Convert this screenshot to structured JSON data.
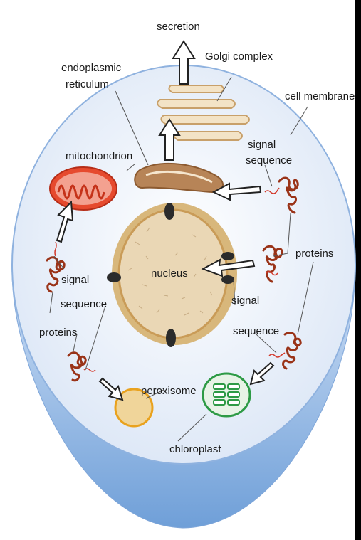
{
  "labels": {
    "secretion": "secretion",
    "golgi": "Golgi complex",
    "er_line1": "endoplasmic",
    "er_line2": "reticulum",
    "cell_membrane": "cell membrane",
    "mitochondrion": "mitochondrion",
    "signal_seq_top_1": "signal",
    "signal_seq_top_2": "sequence",
    "proteins_right": "proteins",
    "nucleus": "nucleus",
    "signal_left": "signal",
    "sequence_left": "sequence",
    "proteins_left": "proteins",
    "signal_right": "signal",
    "sequence_right": "sequence",
    "peroxisome": "peroxisome",
    "chloroplast": "chloroplast"
  },
  "colors": {
    "background": "#000000",
    "cell_top": "#ffffff",
    "cell_rim": "#9fc3ec",
    "cytoplasm": "#e4ecf8",
    "nucleus_fill": "#e6d2ac",
    "nucleus_envelope": "#c79a55",
    "mitochondrion": "#e0442a",
    "er": "#c99a6a",
    "golgi": "#edd9b8",
    "peroxisome": "#f0d59a",
    "peroxisome_edge": "#e9a21e",
    "chloroplast": "#2d9a45",
    "protein": "#9a3318"
  }
}
